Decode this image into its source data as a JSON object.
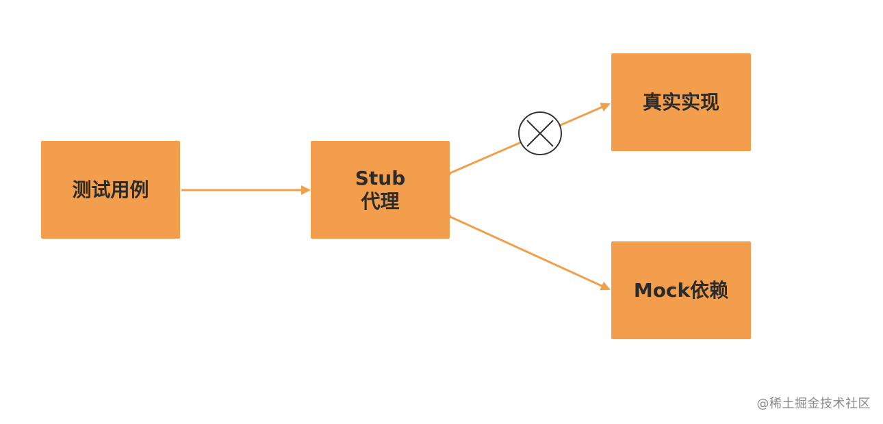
{
  "diagram": {
    "nodes": {
      "test_case": {
        "label": "测试用例"
      },
      "stub_proxy": {
        "line1": "Stub",
        "line2": "代理"
      },
      "real_impl": {
        "label": "真实实现"
      },
      "mock_dep": {
        "label": "Mock依赖"
      }
    },
    "colors": {
      "node_fill": "#f29e4c",
      "edge": "#f0a04b",
      "text": "#2b2b2b"
    },
    "blocked_symbol_icon": "circle-x-icon"
  },
  "watermark": {
    "text": "@稀土掘金技术社区"
  }
}
